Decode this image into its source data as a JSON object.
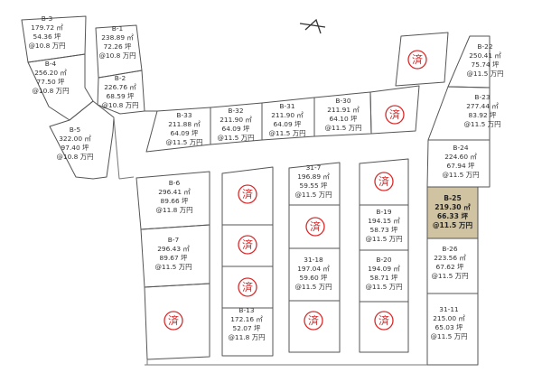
{
  "colors": {
    "line": "#555555",
    "road": "#777777",
    "sold": "#d92b2b",
    "highlight": "#cfc3a2"
  },
  "sold_mark": "済",
  "lots": [
    {
      "id": "b3",
      "no": "B-3",
      "area": "179.72 ㎡",
      "tsubo": "54.36 坪",
      "price": "@10.8 万円"
    },
    {
      "id": "b4",
      "no": "B-4",
      "area": "256.20 ㎡",
      "tsubo": "77.50 坪",
      "price": "@10.8 万円"
    },
    {
      "id": "b5",
      "no": "B-5",
      "area": "322.00 ㎡",
      "tsubo": "97.40 坪",
      "price": "@10.8 万円"
    },
    {
      "id": "b1",
      "no": "B-1",
      "area": "238.89 ㎡",
      "tsubo": "72.26 坪",
      "price": "@10.8 万円"
    },
    {
      "id": "b2",
      "no": "B-2",
      "area": "226.76 ㎡",
      "tsubo": "68.59 坪",
      "price": "@10.8 万円"
    },
    {
      "id": "b33",
      "no": "B-33",
      "area": "211.88 ㎡",
      "tsubo": "64.09 坪",
      "price": "@11.5 万円"
    },
    {
      "id": "b32",
      "no": "B-32",
      "area": "211.90 ㎡",
      "tsubo": "64.09 坪",
      "price": "@11.5 万円"
    },
    {
      "id": "b31",
      "no": "B-31",
      "area": "211.90 ㎡",
      "tsubo": "64.09 坪",
      "price": "@11.5 万円"
    },
    {
      "id": "b30",
      "no": "B-30",
      "area": "211.91 ㎡",
      "tsubo": "64.10 坪",
      "price": "@11.5 万円"
    },
    {
      "id": "b22",
      "no": "B-22",
      "area": "250.41 ㎡",
      "tsubo": "75.74 坪",
      "price": "@11.5 万円"
    },
    {
      "id": "b23",
      "no": "B-23",
      "area": "277.44 ㎡",
      "tsubo": "83.92 坪",
      "price": "@11.5 万円"
    },
    {
      "id": "b24",
      "no": "B-24",
      "area": "224.60 ㎡",
      "tsubo": "67.94 坪",
      "price": "@11.5 万円"
    },
    {
      "id": "b25",
      "no": "B-25",
      "area": "219.30 ㎡",
      "tsubo": "66.33 坪",
      "price": "@11.5 万円",
      "highlight": true
    },
    {
      "id": "b26",
      "no": "B-26",
      "area": "223.56 ㎡",
      "tsubo": "67.62 坪",
      "price": "@11.5 万円"
    },
    {
      "id": "l3111",
      "no": "31-11",
      "area": "215.00 ㎡",
      "tsubo": "65.03 坪",
      "price": "@11.5 万円"
    },
    {
      "id": "b6",
      "no": "B-6",
      "area": "296.41 ㎡",
      "tsubo": "89.66 坪",
      "price": "@11.8 万円"
    },
    {
      "id": "b7",
      "no": "B-7",
      "area": "296.43 ㎡",
      "tsubo": "89.67 坪",
      "price": "@11.5 万円"
    },
    {
      "id": "b13",
      "no": "B-13",
      "area": "172.16 ㎡",
      "tsubo": "52.07 坪",
      "price": "@11.8 万円"
    },
    {
      "id": "l317",
      "no": "31-7",
      "area": "196.89 ㎡",
      "tsubo": "59.55 坪",
      "price": "@11.5 万円"
    },
    {
      "id": "l3118",
      "no": "31-18",
      "area": "197.04 ㎡",
      "tsubo": "59.60 坪",
      "price": "@11.5 万円"
    },
    {
      "id": "b19",
      "no": "B-19",
      "area": "194.15 ㎡",
      "tsubo": "58.73 坪",
      "price": "@11.5 万円"
    },
    {
      "id": "b20",
      "no": "B-20",
      "area": "194.09 ㎡",
      "tsubo": "58.71 坪",
      "price": "@11.5 万円"
    }
  ]
}
